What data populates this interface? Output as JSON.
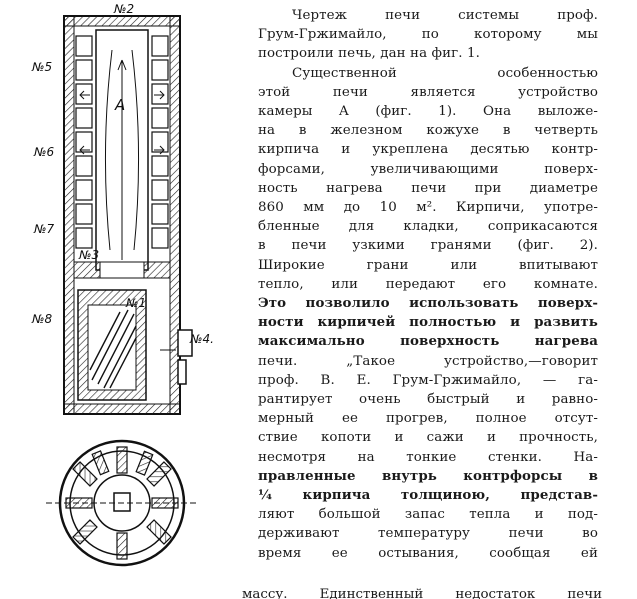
{
  "figure": {
    "labels": {
      "n2": "№2",
      "n5": "№5",
      "n6": "№6",
      "n7": "№7",
      "n8": "№8",
      "n3": "№3",
      "n1": "№1",
      "n4": "№4.",
      "chamber": "A"
    }
  },
  "paragraphs": [
    {
      "lines": [
        "Чертеж печи системы проф.",
        "Грум-Гржимайло, по которому мы",
        "построили печь, дан на фиг. 1."
      ]
    },
    {
      "lines": [
        "Существенной особенностью",
        "этой печи является устройство",
        "камеры A (фиг. 1). Она выложе-",
        "на в железном кожухе в четверть",
        "кирпича и укреплена десятью контр-",
        "форсами, увеличивающими поверх-",
        "ность нагрева печи при диаметре",
        "860 мм до 10 м². Кирпичи, употре-",
        "бленные для кладки, соприкасаются",
        "в печи узкими гранями (фиг. 2).",
        "Широкие грани или впитывают",
        "тепло, или передают его комнате.",
        "Это позволило использовать поверх-",
        "ности кирпичей полностью и развить",
        "максимально поверхность нагрева",
        "печи. „Такое устройство,—говорит",
        "проф. В. Е. Грум-Гржимайло, — га-",
        "рантирует очень быстрый и равно-",
        "мерный ее прогрев, полное отсут-",
        "ствие копоти и сажи и прочность,",
        "несмотря на тонкие стенки. На-",
        "правленные внутрь контрфорсы в",
        "¼ кирпича толщиною, представ-",
        "ляют большой запас тепла и под-",
        "держивают температуру печи во",
        "время ее остывания, сообщая ей"
      ]
    }
  ],
  "cutoff_line": "массу. Единственный недостаток печи"
}
